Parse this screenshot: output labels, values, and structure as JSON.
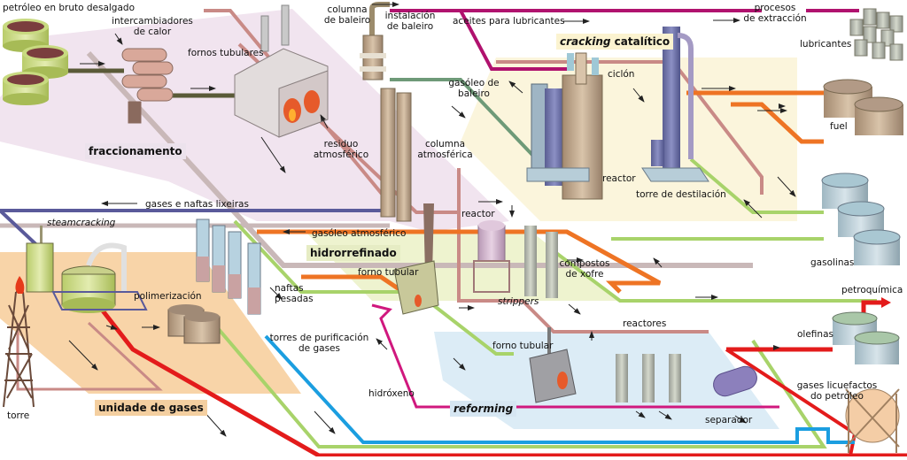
{
  "title": "Refinería de petróleo — esquema de procesos",
  "colors": {
    "fraccionamento_zone": "#f1e4ef",
    "cracking_zone": "#fbf5dc",
    "hidrorrefinado_zone": "#eef3cf",
    "gases_zone": "#f8d4a8",
    "reforming_zone": "#dcecf6",
    "pipe_crude": "#5a5a38",
    "pipe_residue": "#c98a86",
    "pipe_lubricant": "#b0126e",
    "pipe_gasoil": "#6e9a78",
    "pipe_fuel": "#ee7424",
    "pipe_gasoline": "#a8d36a",
    "pipe_light_gas": "#5a5a9a",
    "pipe_olefin": "#e31b1b",
    "pipe_lpg": "#1b9ee0",
    "pipe_hydrogen": "#d0187e",
    "pipe_grey": "#c9b8b8"
  },
  "sections": {
    "fraccionamento": "fraccionamento",
    "cracking_italic": "cracking",
    "cracking_rest": " catalítico",
    "hidrorrefinado": "hidrorrefinado",
    "unidade_gases": "unidade de gases",
    "reforming": "reforming"
  },
  "labels": {
    "petroleo_bruto": "petróleo en bruto desalgado",
    "intercambiadores_1": "intercambiadores",
    "intercambiadores_2": "de calor",
    "fornos_tubulares": "fornos tubulares",
    "columna_baleiro_1": "columna",
    "columna_baleiro_2": "de baleiro",
    "instalacion_baleiro_1": "instalación",
    "instalacion_baleiro_2": "de baleiro",
    "aceites_lubricantes": "aceites para lubricantes",
    "procesos_extraccion_1": "procesos",
    "procesos_extraccion_2": "de extracción",
    "lubricantes": "lubricantes",
    "ciclon": "ciclón",
    "gasoleo_baleiro_1": "gasóleo de",
    "gasoleo_baleiro_2": "baleiro",
    "fuel": "fuel",
    "residuo_1": "residuo",
    "residuo_2": "atmosférico",
    "columna_atm_1": "columna",
    "columna_atm_2": "atmosférica",
    "reactor_cracking": "reactor",
    "torre_destilacion": "torre de destilación",
    "gases_naftas": "gases e naftas lixeiras",
    "steamcracking": "steamcracking",
    "gasoleo_atmosferico": "gasóleo atmosférico",
    "gasolinas": "gasolinas",
    "reactor_hidro": "reactor",
    "compostos_1": "compostos",
    "compostos_2": "de xofre",
    "forno_tubular_hidro": "forno tubular",
    "strippers": "strippers",
    "naftas_1": "naftas",
    "naftas_2": "pesadas",
    "polimerizacion": "polimerización",
    "torres_purificacion_1": "torres de purificación",
    "torres_purificacion_2": "de gases",
    "petroquimica": "petroquímica",
    "olefinas": "olefinas",
    "reactores": "reactores",
    "forno_tubular_reforming": "forno tubular",
    "hidroxeno": "hidróxeno",
    "gases_licuefactos_1": "gases licuefactos",
    "gases_licuefactos_2": "do petróleo",
    "separador": "separador",
    "torre": "torre"
  }
}
